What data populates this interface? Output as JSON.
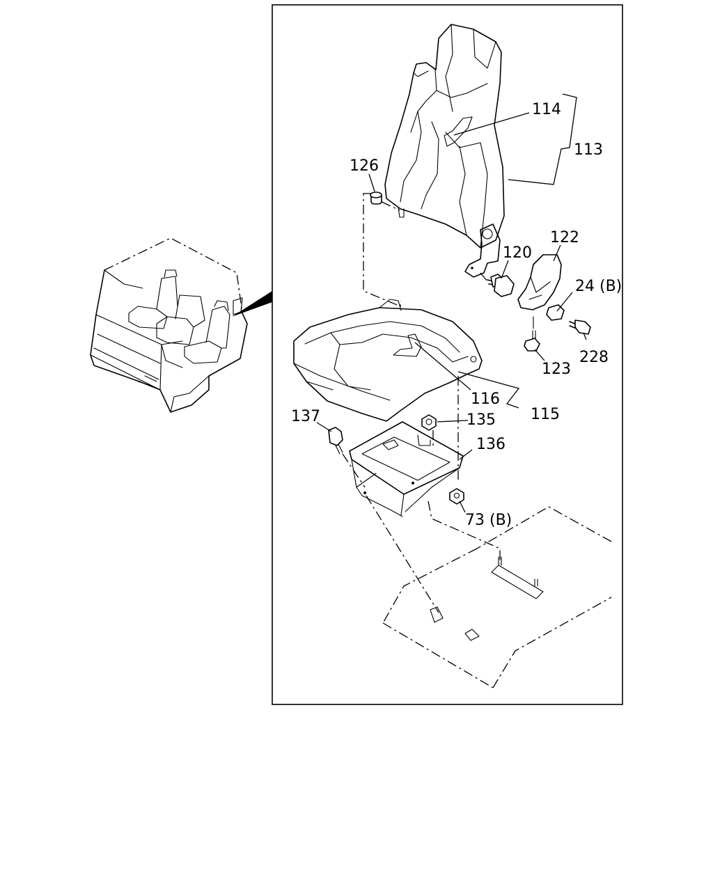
{
  "callouts": [
    {
      "id": "114",
      "text": "114"
    },
    {
      "id": "113",
      "text": "113"
    },
    {
      "id": "126",
      "text": "126"
    },
    {
      "id": "122",
      "text": "122"
    },
    {
      "id": "120",
      "text": "120"
    },
    {
      "id": "24b",
      "text": "24 (B)"
    },
    {
      "id": "228",
      "text": "228"
    },
    {
      "id": "123",
      "text": "123"
    },
    {
      "id": "116",
      "text": "116"
    },
    {
      "id": "115",
      "text": "115"
    },
    {
      "id": "137",
      "text": "137"
    },
    {
      "id": "135",
      "text": "135"
    },
    {
      "id": "136",
      "text": "136"
    },
    {
      "id": "73b",
      "text": "73 (B)"
    }
  ]
}
